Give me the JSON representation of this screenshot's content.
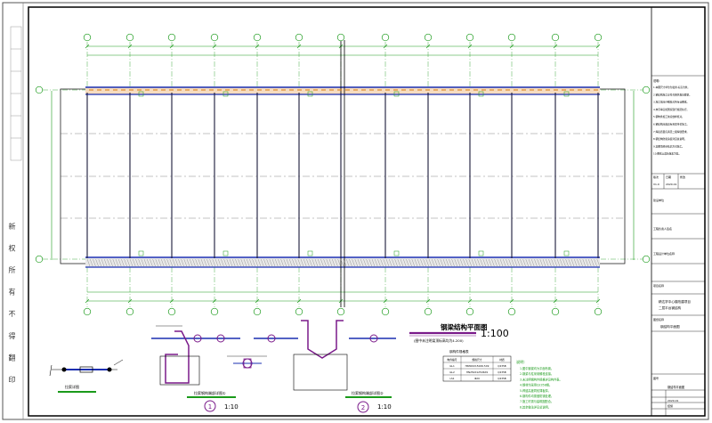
{
  "left_strip": {
    "vertical_note": "新 权 所 有 不 得 翻 印"
  },
  "drawing": {
    "main_title": "钢梁结构平面图",
    "main_scale": "1:100",
    "main_subtitle": "(图中未注明梁顶标高均为4.200)",
    "detail1": {
      "title": "拉索钢构端部详图①",
      "number": "1",
      "scale": "1:10"
    },
    "detail2": {
      "title": "拉索钢构端部详图②",
      "number": "2",
      "scale": "1:10"
    },
    "small_detail_title": "拉索详图",
    "table_title": "钢构件规格表",
    "table_headers": [
      "构件编号",
      "规格尺寸",
      "材质"
    ],
    "table_rows": [
      [
        "GL1",
        "HN300X150X6.5X9",
        "Q235B"
      ],
      [
        "GL2",
        "HN250X125X6X9",
        "Q235B"
      ],
      [
        "LS1",
        "Φ20",
        "Q235B"
      ]
    ],
    "notes_title": "说明:",
    "notes": [
      "1.图中钢梁均为平面布置。",
      "2.钢梁与柱采用螺栓连接。",
      "3.未注明钢构件规格详见构件表。",
      "4.钢材均采用Q235B钢。",
      "5.焊缝高度同较薄板厚。",
      "6.钢构件均需做防锈处理。",
      "7.施工时需与建筑图配合。",
      "8.其余做法详见总说明。"
    ]
  },
  "title_block": {
    "notes_header": "说明:",
    "notes_lines": [
      "1.本图尺寸单位为毫米,标高为米。",
      "2.钢结构施工应符合相关规范要求。",
      "3.施工前应仔细核对各专业图纸。",
      "4.未尽事宜按国家现行规范执行。",
      "5.钢构件加工前应放样核对。",
      "6.钢结构应由具有资质单位施工。",
      "7.焊接质量应满足二级焊缝要求。",
      "8.钢结构防腐涂装详见总说明。",
      "9.本图须经审核后方可施工。",
      "10.图纸以最新版本为准。"
    ],
    "small_labels": [
      "版次",
      "日期",
      "修改"
    ],
    "rev_value": "V1.0",
    "date_value": "2020.01",
    "label_a": "建设单位",
    "label_b": "工程负责人签名",
    "label_c": "工程设计单位名称",
    "label_d": "项目名称",
    "project_name_1": "精达学中心楼改建项目",
    "project_name_2": "二层平台钢结构",
    "label_e": "图纸名称",
    "drawing_name": "钢结构平面图",
    "label_f": "图号",
    "drawing_name_bottom": "钢结构平面图",
    "meta_1": "2020.01",
    "meta_2": "结施"
  }
}
